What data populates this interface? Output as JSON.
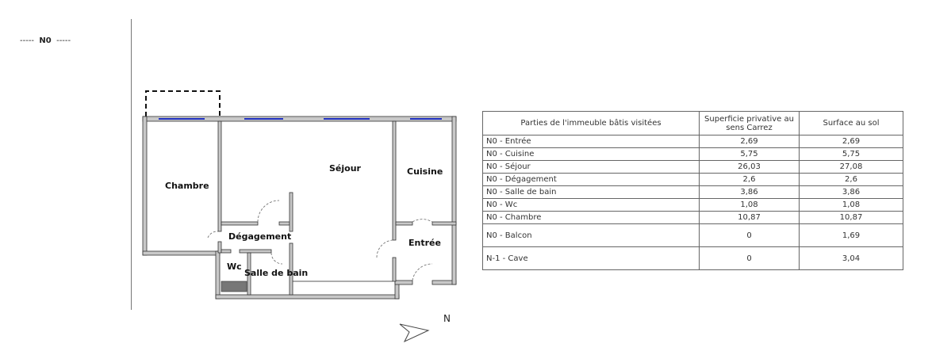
{
  "level_label": {
    "dashes_left": "-----",
    "name": "N0",
    "dashes_right": "-----"
  },
  "plan": {
    "rooms": {
      "chambre": "Chambre",
      "sejour": "Séjour",
      "cuisine": "Cuisine",
      "degagement": "Dégagement",
      "entree": "Entrée",
      "wc": "Wc",
      "salle_de_bain": "Salle de bain"
    },
    "north_label": "N",
    "wall_color": "#c8c8c8",
    "window_color": "#2030c0"
  },
  "table": {
    "headers": [
      "Parties de l'immeuble bâtis visitées",
      "Superficie privative au sens Carrez",
      "Surface au sol"
    ],
    "rows": [
      {
        "part": "N0 - Entrée",
        "carrez": "2,69",
        "sol": "2,69"
      },
      {
        "part": "N0 - Cuisine",
        "carrez": "5,75",
        "sol": "5,75"
      },
      {
        "part": "N0 - Séjour",
        "carrez": "26,03",
        "sol": "27,08"
      },
      {
        "part": "N0 - Dégagement",
        "carrez": "2,6",
        "sol": "2,6"
      },
      {
        "part": "N0 - Salle de bain",
        "carrez": "3,86",
        "sol": "3,86"
      },
      {
        "part": "N0 - Wc",
        "carrez": "1,08",
        "sol": "1,08"
      },
      {
        "part": "N0 - Chambre",
        "carrez": "10,87",
        "sol": "10,87"
      },
      {
        "part": "N0 - Balcon",
        "carrez": "0",
        "sol": "1,69"
      },
      {
        "part": "N-1 - Cave",
        "carrez": "0",
        "sol": "3,04"
      }
    ]
  }
}
